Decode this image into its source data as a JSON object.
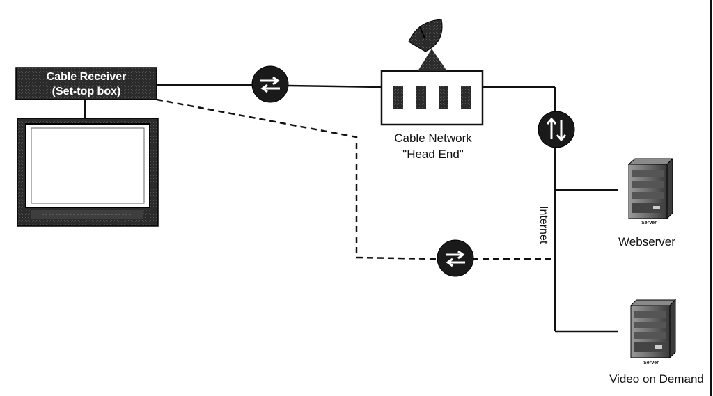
{
  "receiver": {
    "line1": "Cable Receiver",
    "line2": "(Set-top box)"
  },
  "headend": {
    "line1": "Cable Network",
    "line2": "\"Head End\""
  },
  "internet_label": "Internet",
  "webserver": {
    "caption": "Server",
    "label": "Webserver"
  },
  "vod": {
    "caption": "Server",
    "label": "Video on Demand"
  },
  "icons": {
    "router_top": "router-icon",
    "router_mid": "router-icon",
    "switch_vertical": "switch-icon",
    "satellite": "satellite-dish-icon",
    "tv": "television-icon",
    "server": "server-icon"
  }
}
